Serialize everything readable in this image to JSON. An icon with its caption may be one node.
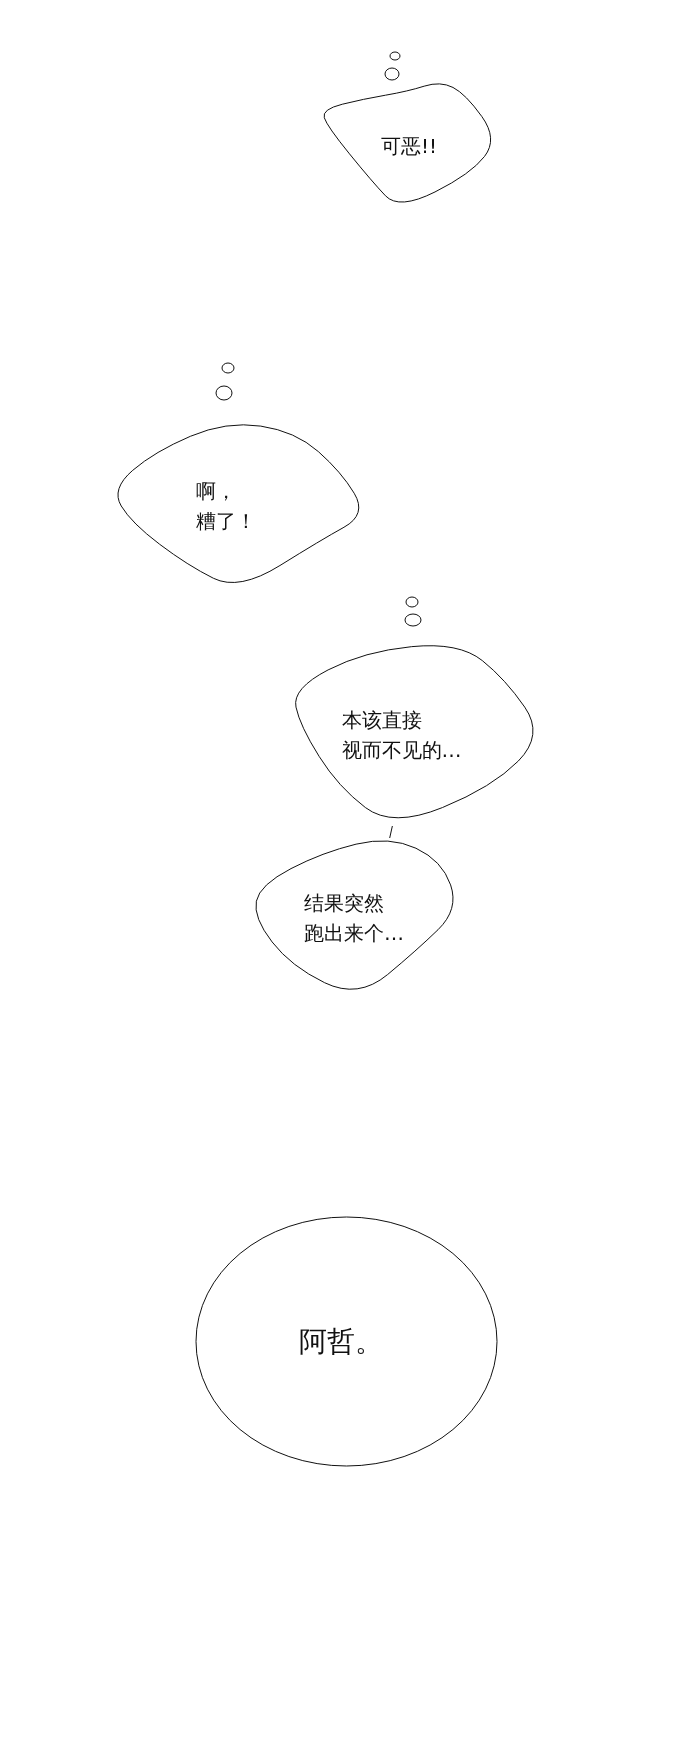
{
  "diagram": {
    "nodes": [
      {
        "text": [
          "可恶!!"
        ]
      },
      {
        "text": [
          "啊，糟了！"
        ]
      },
      {
        "text": [
          "本该直接视而不见的…"
        ]
      },
      {
        "text": [
          "结果突然跑出来个…"
        ]
      },
      {
        "text": [
          "阿哲。"
        ]
      }
    ],
    "edges": [
      {
        "from": 2,
        "to": 3,
        "arrow": "none"
      }
    ]
  }
}
